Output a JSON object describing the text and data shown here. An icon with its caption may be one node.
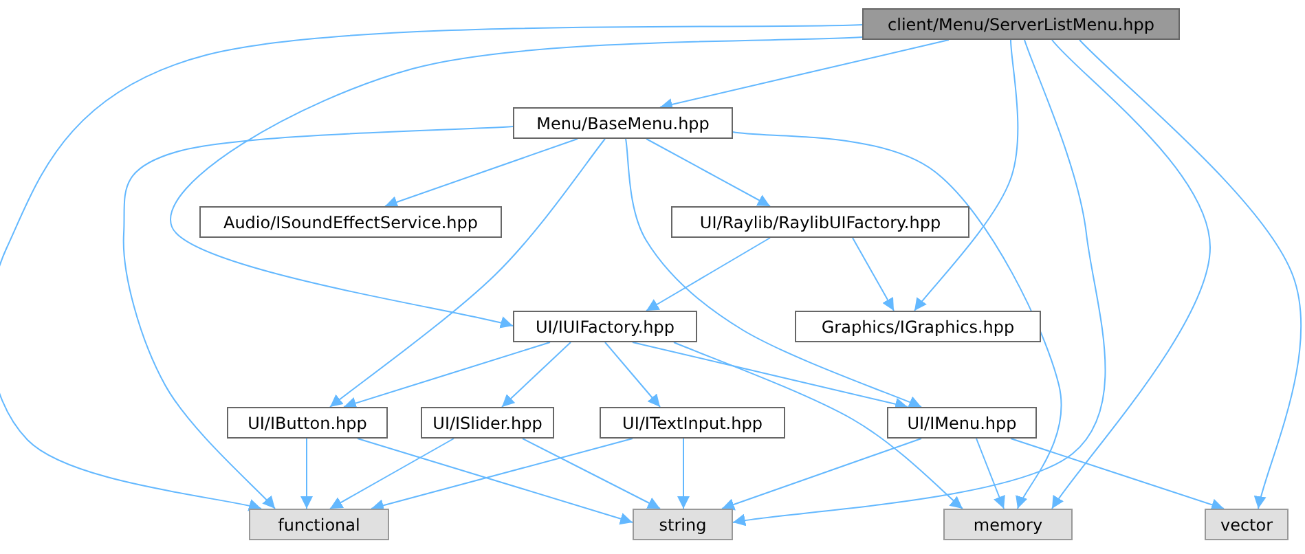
{
  "diagram": {
    "nodes": [
      {
        "text": [
          "client/Menu/ServerListMenu.hpp"
        ]
      },
      {
        "text": [
          "Menu/BaseMenu.hpp"
        ]
      },
      {
        "text": [
          "Audio/ISoundEffectService.hpp"
        ]
      },
      {
        "text": [
          "UI/Raylib/RaylibUIFactory.hpp"
        ]
      },
      {
        "text": [
          "UI/IUIFactory.hpp"
        ]
      },
      {
        "text": [
          "Graphics/IGraphics.hpp"
        ]
      },
      {
        "text": [
          "UI/IButton.hpp"
        ]
      },
      {
        "text": [
          "UI/ISlider.hpp"
        ]
      },
      {
        "text": [
          "UI/ITextInput.hpp"
        ]
      },
      {
        "text": [
          "UI/IMenu.hpp"
        ]
      },
      {
        "text": [
          "functional"
        ]
      },
      {
        "text": [
          "string"
        ]
      },
      {
        "text": [
          "memory"
        ]
      },
      {
        "text": [
          "vector"
        ]
      }
    ],
    "edges": [
      {
        "from": 0,
        "to": 1,
        "arrow": "to"
      },
      {
        "from": 0,
        "to": 4,
        "arrow": "to"
      },
      {
        "from": 0,
        "to": 10,
        "arrow": "to"
      },
      {
        "from": 0,
        "to": 5,
        "arrow": "to"
      },
      {
        "from": 0,
        "to": 11,
        "arrow": "to"
      },
      {
        "from": 0,
        "to": 12,
        "arrow": "to"
      },
      {
        "from": 0,
        "to": 13,
        "arrow": "to"
      },
      {
        "from": 1,
        "to": 10,
        "arrow": "to"
      },
      {
        "from": 1,
        "to": 2,
        "arrow": "to"
      },
      {
        "from": 1,
        "to": 3,
        "arrow": "to"
      },
      {
        "from": 1,
        "to": 6,
        "arrow": "to"
      },
      {
        "from": 1,
        "to": 9,
        "arrow": "to"
      },
      {
        "from": 1,
        "to": 12,
        "arrow": "to"
      },
      {
        "from": 3,
        "to": 4,
        "arrow": "to"
      },
      {
        "from": 3,
        "to": 5,
        "arrow": "to"
      },
      {
        "from": 4,
        "to": 6,
        "arrow": "to"
      },
      {
        "from": 4,
        "to": 7,
        "arrow": "to"
      },
      {
        "from": 4,
        "to": 8,
        "arrow": "to"
      },
      {
        "from": 4,
        "to": 9,
        "arrow": "to"
      },
      {
        "from": 4,
        "to": 12,
        "arrow": "to"
      },
      {
        "from": 6,
        "to": 10,
        "arrow": "to"
      },
      {
        "from": 6,
        "to": 11,
        "arrow": "to"
      },
      {
        "from": 7,
        "to": 10,
        "arrow": "to"
      },
      {
        "from": 7,
        "to": 11,
        "arrow": "to"
      },
      {
        "from": 8,
        "to": 10,
        "arrow": "to"
      },
      {
        "from": 8,
        "to": 11,
        "arrow": "to"
      },
      {
        "from": 9,
        "to": 11,
        "arrow": "to"
      },
      {
        "from": 9,
        "to": 12,
        "arrow": "to"
      },
      {
        "from": 9,
        "to": 13,
        "arrow": "to"
      }
    ]
  }
}
